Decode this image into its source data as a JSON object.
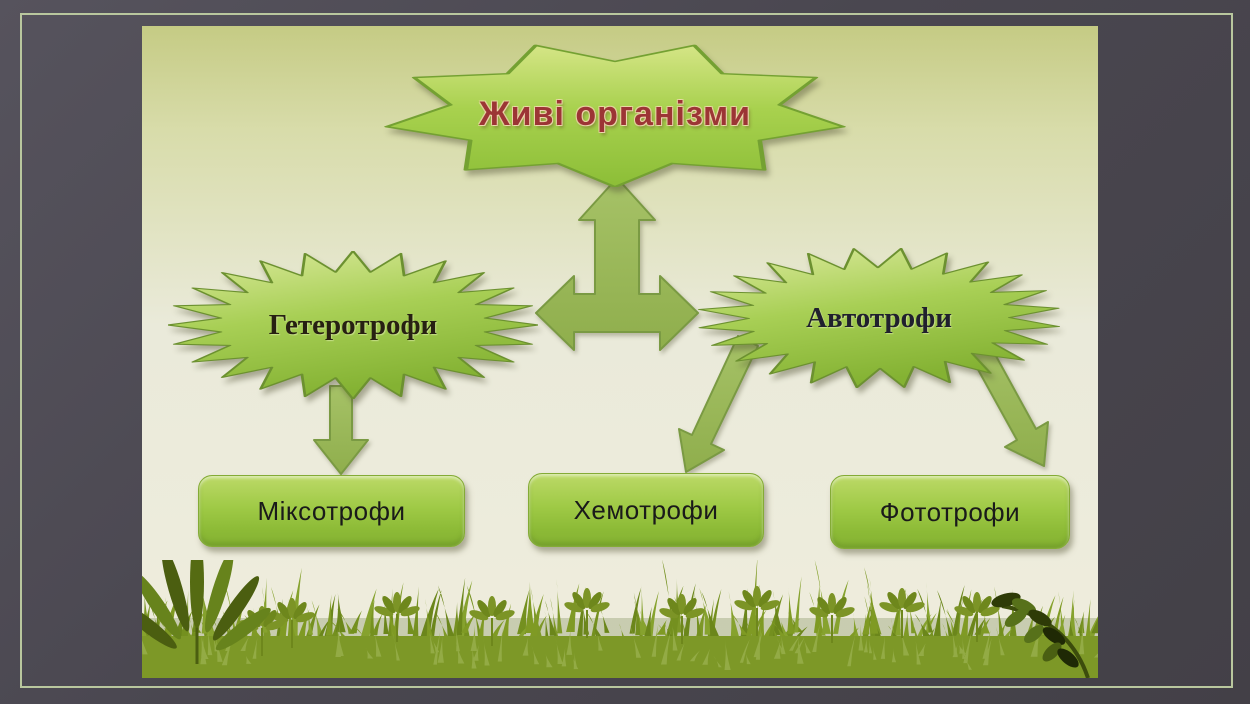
{
  "slide": {
    "kind": "presentation-diagram-slide",
    "surround_color": "#4a4750",
    "frame_border_color": "#b9c79e",
    "background_top_color": "#c5cb84",
    "background_bottom_color": "#efeddd",
    "grass_color": "#7d9827",
    "shape_green": "#9ccb44",
    "shape_green_light": "#d9e896",
    "shape_green_dark": "#6f9a2d",
    "arrow_green": "#96b653"
  },
  "diagram": {
    "root": {
      "label": "Живі організми",
      "shape": "star-banner",
      "text_color": "#9c3535"
    },
    "branches": [
      {
        "label": "Гетеротрофи",
        "shape": "starburst",
        "text_color": "#272012",
        "children": [
          "Міксотрофи"
        ]
      },
      {
        "label": "Автотрофи",
        "shape": "starburst",
        "text_color": "#20202e",
        "children": [
          "Хемотрофи",
          "Фототрофи"
        ]
      }
    ],
    "leaves": [
      {
        "label": "Міксотрофи",
        "parent": "Гетеротрофи"
      },
      {
        "label": "Хемотрофи",
        "parent": "Автотрофи"
      },
      {
        "label": "Фототрофи",
        "parent": "Автотрофи"
      }
    ]
  }
}
